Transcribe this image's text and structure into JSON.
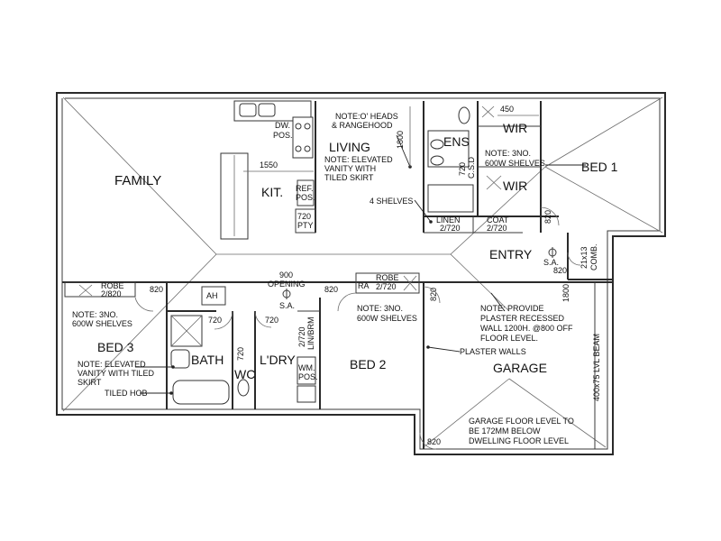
{
  "rooms": {
    "family": "FAMILY",
    "kit": "KIT.",
    "living": "LIVING",
    "ens": "ENS",
    "wir_top": "WIR",
    "wir_mid": "WIR",
    "bed1": "BED 1",
    "entry": "ENTRY",
    "bed3": "BED 3",
    "bath": "BATH",
    "wc": "WC",
    "ldry": "L'DRY",
    "bed2": "BED 2",
    "garage": "GARAGE"
  },
  "labels": {
    "dw_pos_1": "DW.",
    "dw_pos_2": "POS.",
    "ref_pos_1": "REF.",
    "ref_pos_2": "POS.",
    "pty_1": "720",
    "pty_2": "PTY",
    "note_heads_1": "NOTE:O' HEADS",
    "note_heads_2": "& RANGEHOOD",
    "note_vanity_1": "NOTE: ELEVATED",
    "note_vanity_2": "VANITY WITH",
    "note_vanity_3": "TILED SKIRT",
    "four_shelves": "4 SHELVES",
    "linen_1": "LINEN",
    "linen_2": "2/720",
    "coat_1": "COAT",
    "coat_2": "2/720",
    "csd_1": "720",
    "csd_2": "C.S.D",
    "note_wir_1": "NOTE: 3NO.",
    "note_wir_2": "600W SHELVES",
    "sa_entry": "S.A.",
    "comb_1": "21x13",
    "comb_2": "COMB.",
    "robe_bed3_1": "ROBE",
    "robe_bed3_2": "2/820",
    "note_bed3_1": "NOTE: 3NO.",
    "note_bed3_2": "600W SHELVES",
    "note_bath_1": "NOTE: ELEVATED",
    "note_bath_2": "VANITY WITH TILED",
    "note_bath_3": "SKIRT",
    "tiled_hob": "TILED HOB",
    "ah": "AH",
    "opening_1": "900",
    "opening_2": "OPENING",
    "sa_hall": "S.A.",
    "ra": "RA",
    "robe_bed2_1": "ROBE",
    "robe_bed2_2": "2/720",
    "note_bed2_1": "NOTE: 3NO.",
    "note_bed2_2": "600W SHELVES",
    "lin_brm_1": "2/720",
    "lin_brm_2": "LIN/BRM",
    "wm_pos_1": "WM.",
    "wm_pos_2": "POS.",
    "note_plaster_1": "NOTE: PROVIDE",
    "note_plaster_2": "PLASTER RECESSED",
    "note_plaster_3": "WALL 1200H. @800 OFF",
    "note_plaster_4": "FLOOR LEVEL.",
    "plaster_walls": "PLASTER WALLS",
    "lvl_beam": "400x75 LVL BEAM",
    "garage_note_1": "GARAGE FLOOR LEVEL TO",
    "garage_note_2": "BE 172MM BELOW",
    "garage_note_3": "DWELLING FLOOR LEVEL"
  },
  "dimensions": {
    "d1550": "1550",
    "d1800": "1800",
    "d450": "450",
    "d820_bed1": "820",
    "d820_entry": "820",
    "d1800_entry": "1800",
    "d820_bed3": "820",
    "d820_hall": "820",
    "d820_bed2": "820",
    "d820_garage": "820",
    "d720_bath": "720",
    "d720_ldry": "720",
    "d720_wc": "720",
    "d820_garage_door": "820"
  }
}
